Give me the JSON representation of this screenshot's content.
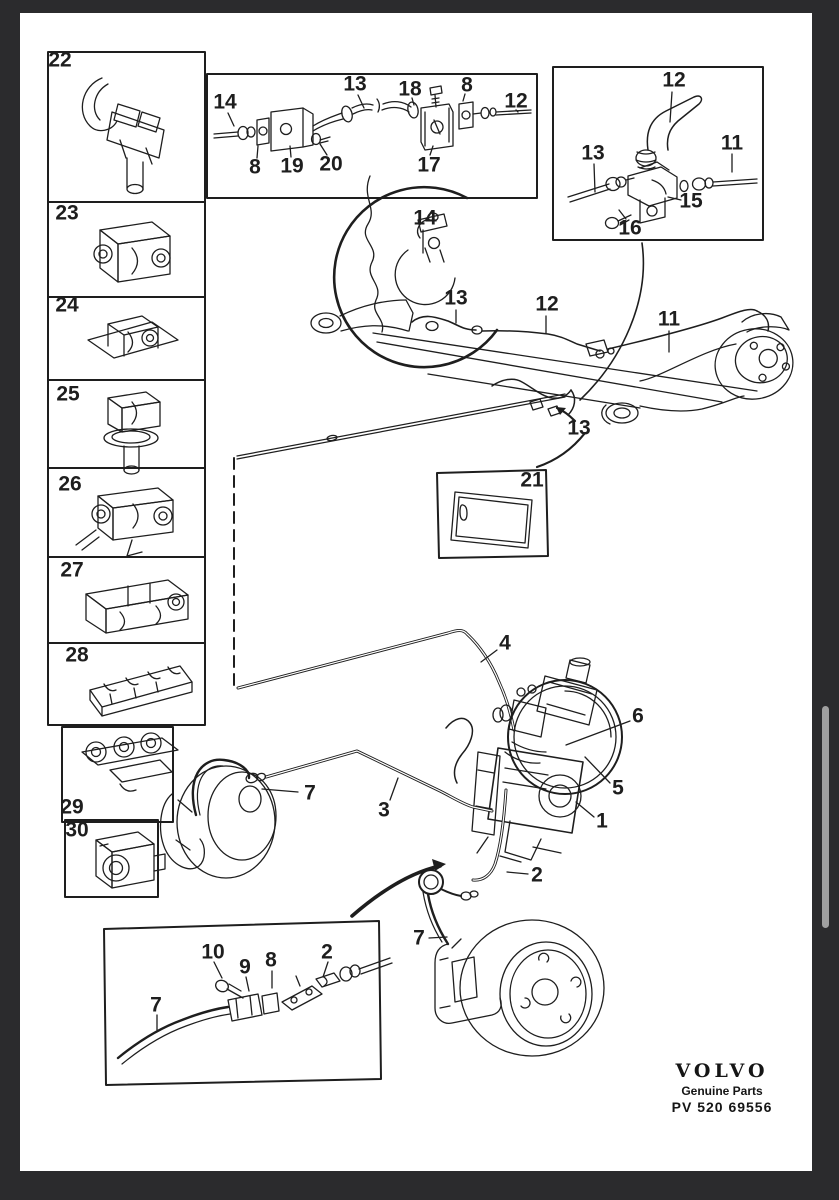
{
  "window": {
    "background": "#2b2b2d",
    "page_background": "#ffffff",
    "ink": "#1e1e1e",
    "scrollbar_color": "#a0a0a0"
  },
  "callouts": {
    "left_column": [
      "22",
      "23",
      "24",
      "25",
      "26",
      "27",
      "28",
      "29",
      "30"
    ],
    "hose_inset": [
      "14",
      "8",
      "19",
      "20",
      "13",
      "18",
      "8",
      "17",
      "12"
    ],
    "union_inset": [
      "12",
      "13",
      "11",
      "15",
      "16"
    ],
    "axle": [
      "14",
      "13",
      "12",
      "11",
      "13",
      "21"
    ],
    "master": [
      "4",
      "6",
      "5",
      "1",
      "3",
      "7",
      "2"
    ],
    "front": [
      "7"
    ],
    "bottom_inset": [
      "10",
      "9",
      "8",
      "2",
      "7"
    ]
  },
  "footer": {
    "brand": "VOLVO",
    "line1": "Genuine Parts",
    "line2": "PV 520 69556"
  }
}
